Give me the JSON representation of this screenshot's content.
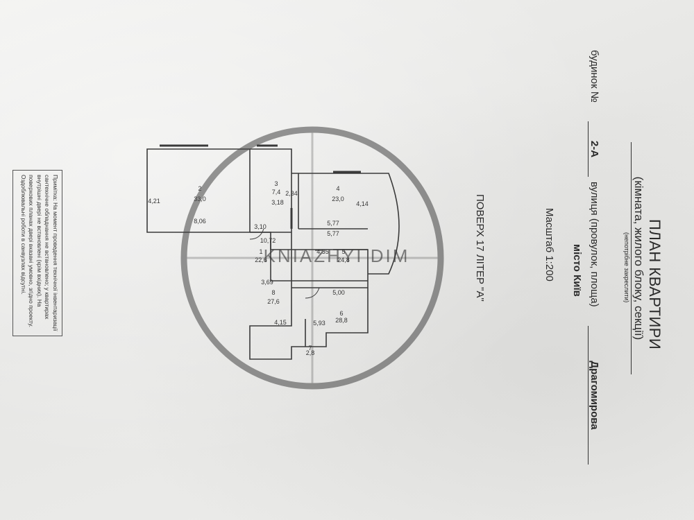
{
  "header": {
    "title": "ПЛАН КВАРТИРИ",
    "subtitle": "(кімната, жилого блоку, секції)",
    "subtitle_note": "(непотрібне закреслити)"
  },
  "address": {
    "building_label": "будинок №",
    "building_number": "2-А",
    "street_label": "вулиця (провулок, площа)",
    "street_name": "Драгомирова",
    "city": "місто Київ"
  },
  "scale": "Масштаб 1:200",
  "floor_label": "ПОВЕРХ 17 ЛІТЕР \"А\"",
  "watermark": "KNIAZHYI DIM",
  "note": "Примітка: На момент проведення технічної інвентаризації сантехнічне обладнання не встановлено; у квартирах внутрішні двері не встановлені (крім вхідних). На поверхових планах двері вказані умовно, згідно проекту. Оздоблювальні роботи в санвузлах відсутні.",
  "rooms": [
    {
      "num": "1",
      "area": "22,6"
    },
    {
      "num": "2",
      "area": "33,0"
    },
    {
      "num": "3",
      "area": "7,4"
    },
    {
      "num": "4",
      "area": "23,0"
    },
    {
      "num": "5",
      "area": "24,8"
    },
    {
      "num": "6",
      "area": "28,8"
    },
    {
      "num": "7",
      "area": "2,8"
    },
    {
      "num": "8",
      "area": "27,6"
    }
  ],
  "dimensions": [
    "4,21",
    "8,06",
    "2,34",
    "3,18",
    "4,14",
    "3,10",
    "10,72",
    "5,77",
    "5,77",
    "4,35",
    "3,69",
    "5,00",
    "4,15",
    "5,93"
  ]
}
